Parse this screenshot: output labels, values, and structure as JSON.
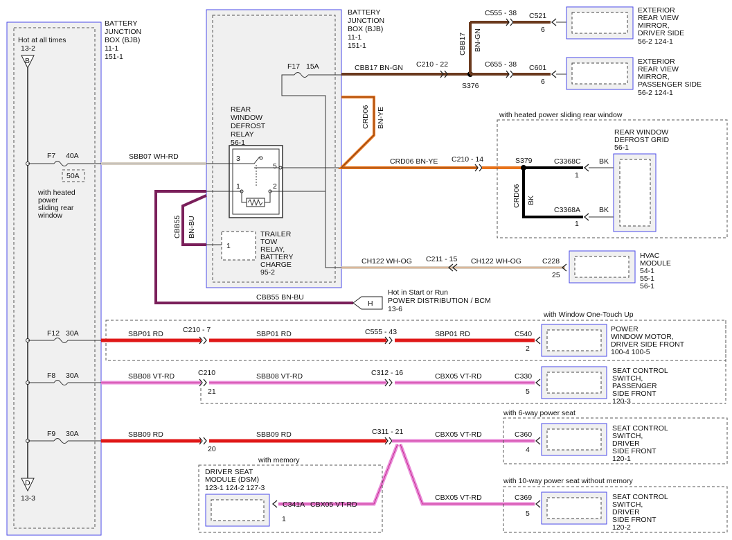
{
  "bjb_left": {
    "title": [
      "BATTERY",
      "JUNCTION",
      "BOX (BJB)",
      "11-1",
      "151-1"
    ],
    "hot_label": "Hot at all times",
    "top_ref": "13-2",
    "top_conn": "B",
    "bottom_conn": "D",
    "bottom_ref": "13-3"
  },
  "bjb_right": {
    "title": [
      "BATTERY",
      "JUNCTION",
      "BOX (BJB)",
      "11-1",
      "151-1"
    ]
  },
  "fuses": {
    "f7": {
      "name": "F7",
      "rating": "40A"
    },
    "f7_alt": "50A",
    "f7_note": [
      "with heated",
      "power",
      "sliding rear",
      "window"
    ],
    "f12": {
      "name": "F12",
      "rating": "30A"
    },
    "f8": {
      "name": "F8",
      "rating": "30A"
    },
    "f9": {
      "name": "F9",
      "rating": "30A"
    },
    "f17": {
      "name": "F17",
      "rating": "15A"
    }
  },
  "relay_defrost": {
    "label": [
      "REAR",
      "WINDOW",
      "DEFROST",
      "RELAY",
      "56-1"
    ],
    "pin3": "3",
    "pin5": "5",
    "pin1": "1",
    "pin2": "2"
  },
  "relay_trailer": {
    "label": [
      "TRAILER",
      "TOW",
      "RELAY,",
      "BATTERY",
      "CHARGE",
      "95-2"
    ],
    "pin": "1"
  },
  "wires": {
    "sbb07": "SBB07  WH-RD",
    "cbb17_h": "CBB17  BN-GN",
    "c210_22": "C210 - 22",
    "cbb17_v": "CBB17",
    "bn_gn_v": "BN-GN",
    "s376": "S376",
    "c555_38": "C555 - 38",
    "c521": "C521",
    "c521_pin": "6",
    "c655_38": "C655 - 38",
    "c601": "C601",
    "c601_pin": "6",
    "crd06_v": "CRD06",
    "bn_ye_v": "BN-YE",
    "crd06_h": "CRD06  BN-YE",
    "c210_14": "C210 - 14",
    "s379": "S379",
    "c3368c": "C3368C",
    "c3368c_pin": "1",
    "c3368a": "C3368A",
    "c3368a_pin": "1",
    "bk1": "BK",
    "bk2": "BK",
    "crd06_bk_v": "CRD06",
    "bk_v": "BK",
    "cbb55_v": "CBB55",
    "bn_bu_v": "BN-BU",
    "cbb55_h": "CBB55  BN-BU",
    "ch122_a": "CH122  WH-OG",
    "c211_15": "C211 - 15",
    "ch122_b": "CH122  WH-OG",
    "c228": "C228",
    "c228_pin": "25",
    "sbp01_a": "SBP01  RD",
    "c210_7": "C210 - 7",
    "sbp01_b": "SBP01  RD",
    "c555_43": "C555 - 43",
    "sbp01_c": "SBP01  RD",
    "c540": "C540",
    "c540_pin": "2",
    "sbb08_a": "SBB08  VT-RD",
    "c210_b": "C210",
    "c210_b_pin": "21",
    "sbb08_b": "SBB08  VT-RD",
    "c312_16": "C312 - 16",
    "cbx05_a": "CBX05  VT-RD",
    "c330": "C330",
    "c330_pin": "5",
    "sbb09_a": "SBB09  RD",
    "c20_pin": "20",
    "sbb09_b": "SBB09  RD",
    "c311_21": "C311 - 21",
    "cbx05_b": "CBX05  VT-RD",
    "c360": "C360",
    "c360_pin": "4",
    "cbx05_c": "CBX05  VT-RD",
    "c369": "C369",
    "c369_pin": "5",
    "c341a": "C341A",
    "cbx05_d": "CBX05  VT-RD",
    "c341a_pin": "1"
  },
  "components": {
    "mirror_driver": [
      "EXTERIOR",
      "REAR VIEW",
      "MIRROR,",
      "DRIVER SIDE",
      "56-2   124-1"
    ],
    "mirror_pass": [
      "EXTERIOR",
      "REAR VIEW",
      "MIRROR,",
      "PASSENGER SIDE",
      "56-2   124-1"
    ],
    "heated_note": "with heated power sliding rear window",
    "defrost_grid": [
      "REAR WINDOW",
      "DEFROST GRID",
      "56-1"
    ],
    "hvac": [
      "HVAC",
      "MODULE",
      "54-1",
      "55-1",
      "56-1"
    ],
    "bcm": [
      "Hot in Start or Run",
      "POWER DISTRIBUTION / BCM",
      "13-6"
    ],
    "bcm_conn": "H",
    "one_touch_note": "with Window One-Touch Up",
    "power_window": [
      "POWER",
      "WINDOW MOTOR,",
      "DRIVER SIDE FRONT",
      "100-4    100-5"
    ],
    "seat_pass": [
      "SEAT CONTROL",
      "SWITCH,",
      "PASSENGER",
      "SIDE FRONT",
      "120-3"
    ],
    "six_way_note": "with 6-way power seat",
    "seat_driver_6": [
      "SEAT CONTROL",
      "SWITCH,",
      "DRIVER",
      "SIDE FRONT",
      "120-1"
    ],
    "ten_way_note": "with 10-way power seat without memory",
    "seat_driver_10": [
      "SEAT CONTROL",
      "SWITCH,",
      "DRIVER",
      "SIDE FRONT",
      "120-2"
    ],
    "memory_note": "with memory",
    "dsm": [
      "DRIVER SEAT",
      "MODULE (DSM)",
      "123-1   124-2   127-3"
    ]
  },
  "colors": {
    "brown": "#6b3a1e",
    "orange": "#e8731a",
    "red": "#e01818",
    "pink": "#e98ad8",
    "purple": "#7a1f5a",
    "white_wire": "#d8d0c4",
    "black": "#000000",
    "outline": "#4a4ae8"
  }
}
